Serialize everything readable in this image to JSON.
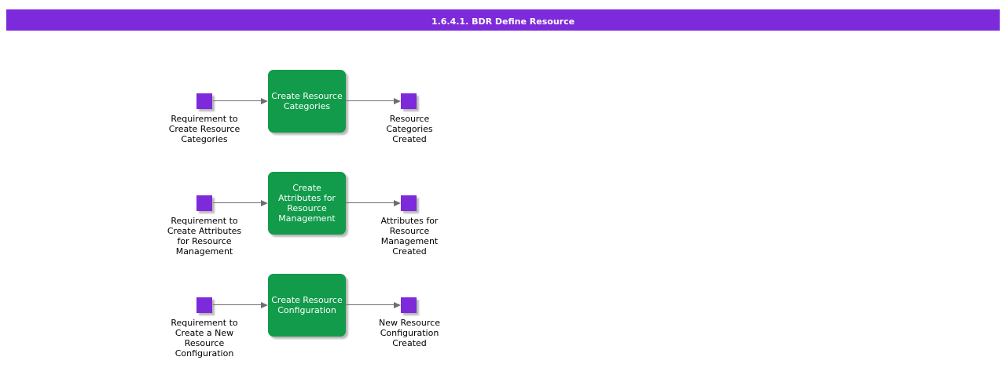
{
  "title": "1.6.4.1. BDR Define Resource",
  "colors": {
    "title_bg": "#7D2ADA",
    "event_fill": "#7D2ADA",
    "function_fill": "#119B4A",
    "function_text": "#FFFFFF",
    "arrow": "#6E6E6E",
    "label_text": "#000000",
    "page_bg": "#FFFFFF"
  },
  "rows": [
    {
      "input_label": "Requirement to\nCreate Resource\nCategories",
      "function": "Create Resource\nCategories",
      "output_label": "Resource\nCategories\nCreated"
    },
    {
      "input_label": "Requirement to\nCreate Attributes\nfor Resource\nManagement",
      "function": "Create\nAttributes for\nResource\nManagement",
      "output_label": "Attributes for\nResource\nManagement\nCreated"
    },
    {
      "input_label": "Requirement to\nCreate a New\nResource\nConfiguration",
      "function": "Create Resource\nConfiguration",
      "output_label": "New Resource\nConfiguration\nCreated"
    }
  ]
}
